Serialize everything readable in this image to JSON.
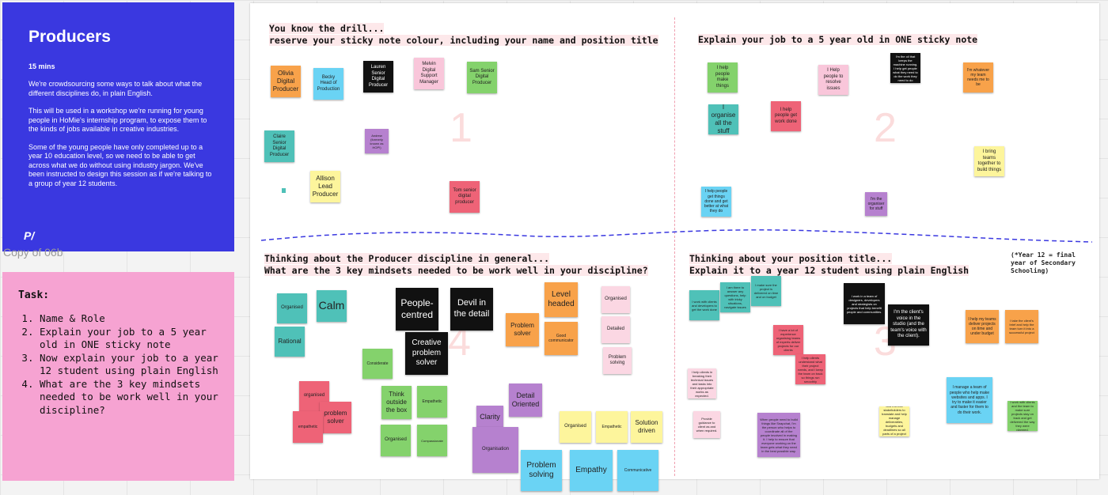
{
  "intro": {
    "title": "Producers",
    "duration": "15 mins",
    "paragraphs": [
      "We're crowdsourcing some ways to talk about what the different disciplines do, in plain English.",
      "This will be used in a workshop we're running for young people in HoMie's internship program, to expose them to the kinds of jobs available in creative industries.",
      "Some of the young people have only completed up to a year 10 education level, so we need to be able to get across what we do without using industry jargon. We've been instructed to design this session as if we're talking to a group of year 12 students."
    ],
    "logo": "P/"
  },
  "copy_label": "Copy of 06b",
  "task": {
    "title": "Task:",
    "items": [
      "Name & Role",
      "Explain your job to a 5 year old in ONE sticky note",
      "Now explain your job to a year 12 student using plain English",
      "What are the 3 key mindsets needed to be work well in your discipline?"
    ]
  },
  "board": {
    "q1": {
      "line1": "You know the drill...",
      "line2": "reserve your sticky note colour, including your name and position title",
      "number": "1"
    },
    "q2": {
      "line1": "Explain your job to a 5 year old in ONE sticky note",
      "number": "2"
    },
    "q3": {
      "line1": "Thinking about the Producer discipline in general...",
      "line2": "What are the 3 key mindsets needed to be work well in your discipline?",
      "number": "4"
    },
    "q4": {
      "line1": "Thinking about your position title...",
      "line2": "Explain it to a year 12 student using plain English",
      "number": "3"
    },
    "year_note": "(*Year 12 = final\nyear of Secondary\nSchooling)"
  },
  "colors": {
    "accent_blue": "#3a38e0",
    "task_pink": "#f6a3d2",
    "wave": "#3a38e0"
  },
  "stickies": {
    "q1": [
      {
        "text": "Olivia Digital Producer",
        "color": "orange"
      },
      {
        "text": "Becky Head of Production",
        "color": "blue"
      },
      {
        "text": "Lauren Senior Digital Producer",
        "color": "black"
      },
      {
        "text": "Melvin Digital Support Manager",
        "color": "pink"
      },
      {
        "text": "Sam Senior Digital Producer",
        "color": "green"
      },
      {
        "text": "Claire Senior Digital Producer",
        "color": "teal"
      },
      {
        "text": "Andrew (formerly known as HOP!)",
        "color": "purple"
      },
      {
        "text": "Allison Lead Producer",
        "color": "yellow"
      },
      {
        "text": "Tom senior digital producer",
        "color": "red"
      }
    ],
    "q2": [
      {
        "text": "I help people make things",
        "color": "green"
      },
      {
        "text": "I Help people to resolve issues",
        "color": "pink"
      },
      {
        "text": "I'm the oil that keeps the machine running. I help get people what they need to do the work they need to do",
        "color": "black"
      },
      {
        "text": "I'm whatever my team needs me to be",
        "color": "orange"
      },
      {
        "text": "I organise all the stuff",
        "color": "teal"
      },
      {
        "text": "I help people get work done",
        "color": "red"
      },
      {
        "text": "I bring teams together to build things",
        "color": "yellow"
      },
      {
        "text": "I help people get things done and get better at what they do",
        "color": "blue"
      },
      {
        "text": "I'm the organiser for stuff",
        "color": "purple"
      }
    ],
    "q3": [
      {
        "text": "Organised",
        "color": "teal"
      },
      {
        "text": "Calm",
        "color": "teal"
      },
      {
        "text": "People-centred",
        "color": "black"
      },
      {
        "text": "Devil in the detail",
        "color": "black"
      },
      {
        "text": "Level headed",
        "color": "orange"
      },
      {
        "text": "Organised",
        "color": "lpink"
      },
      {
        "text": "Rational",
        "color": "teal"
      },
      {
        "text": "Creative problem solver",
        "color": "black"
      },
      {
        "text": "Problem solver",
        "color": "orange"
      },
      {
        "text": "Good communicator",
        "color": "orange"
      },
      {
        "text": "Detailed",
        "color": "lpink"
      },
      {
        "text": "Considerate",
        "color": "green"
      },
      {
        "text": "Problem solving",
        "color": "lpink"
      },
      {
        "text": "organised",
        "color": "red"
      },
      {
        "text": "Think outside the box",
        "color": "green"
      },
      {
        "text": "Empathetic",
        "color": "green"
      },
      {
        "text": "Detail Oriented",
        "color": "purple"
      },
      {
        "text": "problem solver",
        "color": "red"
      },
      {
        "text": "empathetic",
        "color": "red"
      },
      {
        "text": "Clarity",
        "color": "purple"
      },
      {
        "text": "Organised",
        "color": "yellow"
      },
      {
        "text": "Empathetic",
        "color": "yellow"
      },
      {
        "text": "Solution driven",
        "color": "yellow"
      },
      {
        "text": "Organised",
        "color": "green"
      },
      {
        "text": "Compassionate",
        "color": "green"
      },
      {
        "text": "Organisation",
        "color": "purple"
      },
      {
        "text": "Problem solving",
        "color": "blue"
      },
      {
        "text": "Empathy",
        "color": "blue"
      },
      {
        "text": "Communicative",
        "color": "blue"
      }
    ],
    "q4": [
      {
        "text": "I work with clients and developers to get the work done",
        "color": "teal"
      },
      {
        "text": "I am there to answer any questions, help with tricky situations, navigate issues",
        "color": "teal"
      },
      {
        "text": "I make sure the project is delivered on time and on budget",
        "color": "teal"
      },
      {
        "text": "I work in a team of designers, developers and strategists on projects that help benefit people and communities.",
        "color": "black"
      },
      {
        "text": "I'm the client's voice in the studio (and the team's voice with the client).",
        "color": "black"
      },
      {
        "text": "I help my teams deliver projects on time and under budget",
        "color": "orange"
      },
      {
        "text": "I take the client's brief and help the team turn it into a successful project",
        "color": "orange"
      },
      {
        "text": "I have a lot of experience organising teams of experts deliver projects for our clients",
        "color": "red"
      },
      {
        "text": "I help clients understand what their project needs, and I keep the team on track so things run smoothly",
        "color": "red"
      },
      {
        "text": "I help clients in breaking their technical issues and tasks into their appropriate works as expected.",
        "color": "lpink"
      },
      {
        "text": "I manage a team of people who help make websites and apps. I try to make it easier and faster for them to do their work.",
        "color": "blue"
      },
      {
        "text": "Provide guidance to client as and when required.",
        "color": "lpink"
      },
      {
        "text": "When people need to build things like Snapchat, I'm the person who helps to coordinate all of the people involved in making it. I help to ensure that everyone working on the team gets what they need in the best possible way.",
        "color": "purple"
      },
      {
        "text": "I work with clients and internal stakeholders to translate and help manage deliverables, budgets and deadlines so all parts of a project run as smoothly as possible.",
        "color": "yellow"
      },
      {
        "text": "I work with clients and the team to make sure projects stay on track and get delivered the way they were planned.",
        "color": "green"
      }
    ]
  }
}
